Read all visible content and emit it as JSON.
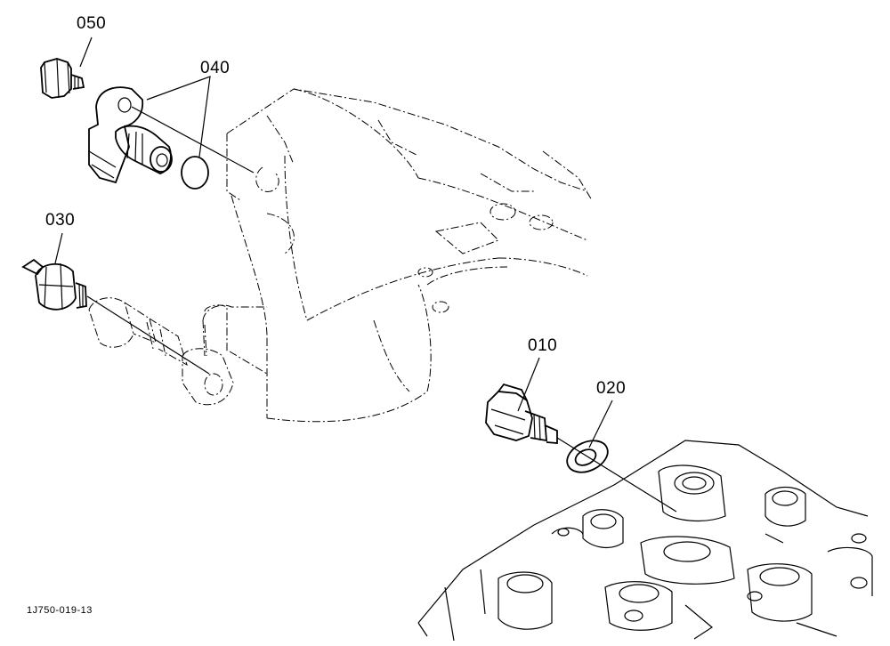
{
  "figure_id": "1J750-019-13",
  "callouts": {
    "c050": "050",
    "c040": "040",
    "c030": "030",
    "c010": "010",
    "c020": "020"
  },
  "colors": {
    "line": "#000000",
    "background": "#ffffff"
  }
}
